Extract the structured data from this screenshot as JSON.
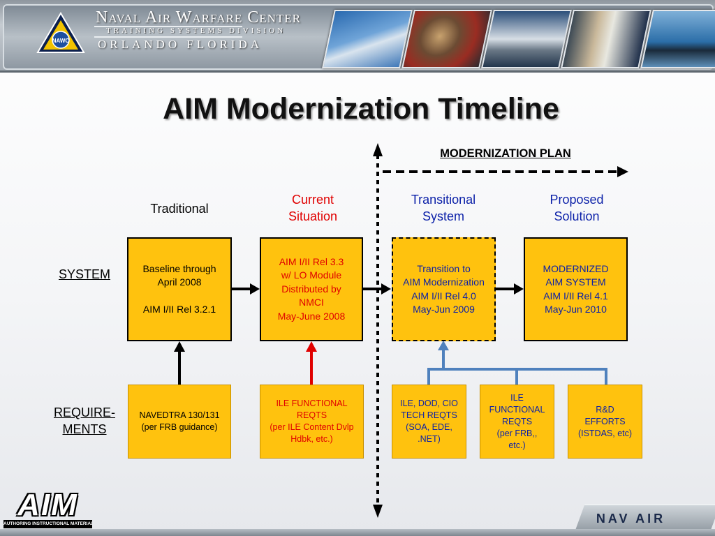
{
  "header": {
    "org_title": "Naval Air Warfare Center",
    "org_division": "TRAINING SYSTEMS DIVISION",
    "org_location": "ORLANDO FLORIDA",
    "logo_text": "NAWC",
    "photos": [
      "fighter-jet-photo",
      "pilot-photo",
      "ship-photo",
      "sailors-photo",
      "submarine-photo"
    ]
  },
  "title": "AIM Modernization Timeline",
  "plan_label": "MODERNIZATION PLAN",
  "columns": {
    "traditional": "Traditional",
    "current": [
      "Current",
      "Situation"
    ],
    "transitional": [
      "Transitional",
      "System"
    ],
    "proposed": [
      "Proposed",
      "Solution"
    ]
  },
  "rows": {
    "system": "SYSTEM",
    "requirements": [
      "REQUIRE-",
      "MENTS"
    ]
  },
  "system_boxes": {
    "baseline": [
      "Baseline through",
      "April 2008",
      "",
      "AIM I/II Rel 3.2.1"
    ],
    "current": [
      "AIM I/II Rel 3.3",
      "w/ LO Module",
      "Distributed by",
      "NMCI",
      "May-June 2008"
    ],
    "transition": [
      "Transition to",
      "AIM Modernization",
      "AIM I/II Rel 4.0",
      "May-Jun 2009"
    ],
    "modernized": [
      "MODERNIZED",
      "AIM SYSTEM",
      "AIM I/II Rel 4.1",
      "May-Jun 2010"
    ]
  },
  "requirement_boxes": {
    "navedtra": [
      "NAVEDTRA 130/131",
      "(per FRB guidance)"
    ],
    "ile_current": [
      "ILE FUNCTIONAL",
      "REQTS",
      "(per ILE Content Dvlp",
      "Hdbk, etc.)"
    ],
    "ile_dod": [
      "ILE, DOD, CIO",
      "TECH REQTS",
      "(SOA, EDE,",
      ".NET)"
    ],
    "ile_functional": [
      "ILE",
      "FUNCTIONAL",
      "REQTS",
      "(per FRB,,",
      "etc.)"
    ],
    "rnd": [
      "R&D",
      "EFFORTS",
      "(ISTDAS, etc)"
    ]
  },
  "footer": {
    "aim_logo_text": "AIM",
    "aim_logo_tagline": "AUTHORING INSTRUCTIONAL MATERIALS",
    "navair_text": "NAV AIR"
  },
  "colors": {
    "box_fill": "#ffc20e",
    "current_text": "#e00000",
    "future_text": "#0a1fa8",
    "red_arrow": "#e00000",
    "blue_connector": "#4f81bd"
  }
}
